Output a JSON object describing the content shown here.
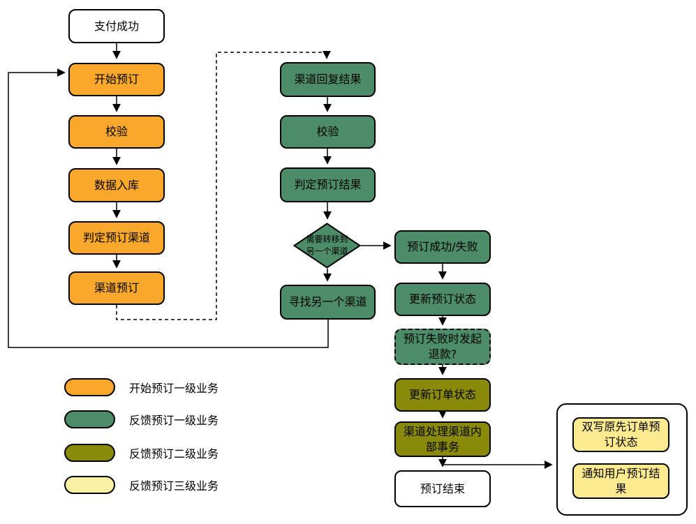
{
  "colors": {
    "orange": "#F9A82C",
    "green": "#4D8C69",
    "olive": "#8A8A0A",
    "yellow": "#FCEA90",
    "legend_yellow": "#FCF0A2",
    "line": "#000000",
    "background": "#FFFFFF"
  },
  "nodes": {
    "pay_success": {
      "label": "支付成功"
    },
    "start_booking": {
      "label": "开始预订"
    },
    "validate1": {
      "label": "校验"
    },
    "data_store": {
      "label": "数据入库"
    },
    "determine_channel": {
      "label": "判定预订渠道"
    },
    "channel_booking": {
      "label": "渠道预订"
    },
    "channel_reply": {
      "label": "渠道回复结果"
    },
    "validate2": {
      "label": "校验"
    },
    "determine_result": {
      "label": "判定预订结果"
    },
    "need_transfer": {
      "label": "需要转移到另一个渠道"
    },
    "find_another": {
      "label": "寻找另一个渠道"
    },
    "booking_result": {
      "label": "预订成功/失败"
    },
    "update_booking_status": {
      "label": "更新预订状态"
    },
    "refund_question": {
      "label": "预订失败时发起退款?"
    },
    "update_order_status": {
      "label": "更新订单状态"
    },
    "channel_internal": {
      "label": "渠道处理渠道内部事务"
    },
    "booking_end": {
      "label": "预订结束"
    },
    "dual_write": {
      "label": "双写原先订单预订状态"
    },
    "notify_user": {
      "label": "通知用户预订结果"
    }
  },
  "legend": {
    "items": [
      {
        "label": "开始预订一级业务",
        "color_key": "orange"
      },
      {
        "label": "反馈预订一级业务",
        "color_key": "green"
      },
      {
        "label": "反馈预订二级业务",
        "color_key": "olive"
      },
      {
        "label": "反馈预订三级业务",
        "color_key": "legend_yellow"
      }
    ]
  }
}
